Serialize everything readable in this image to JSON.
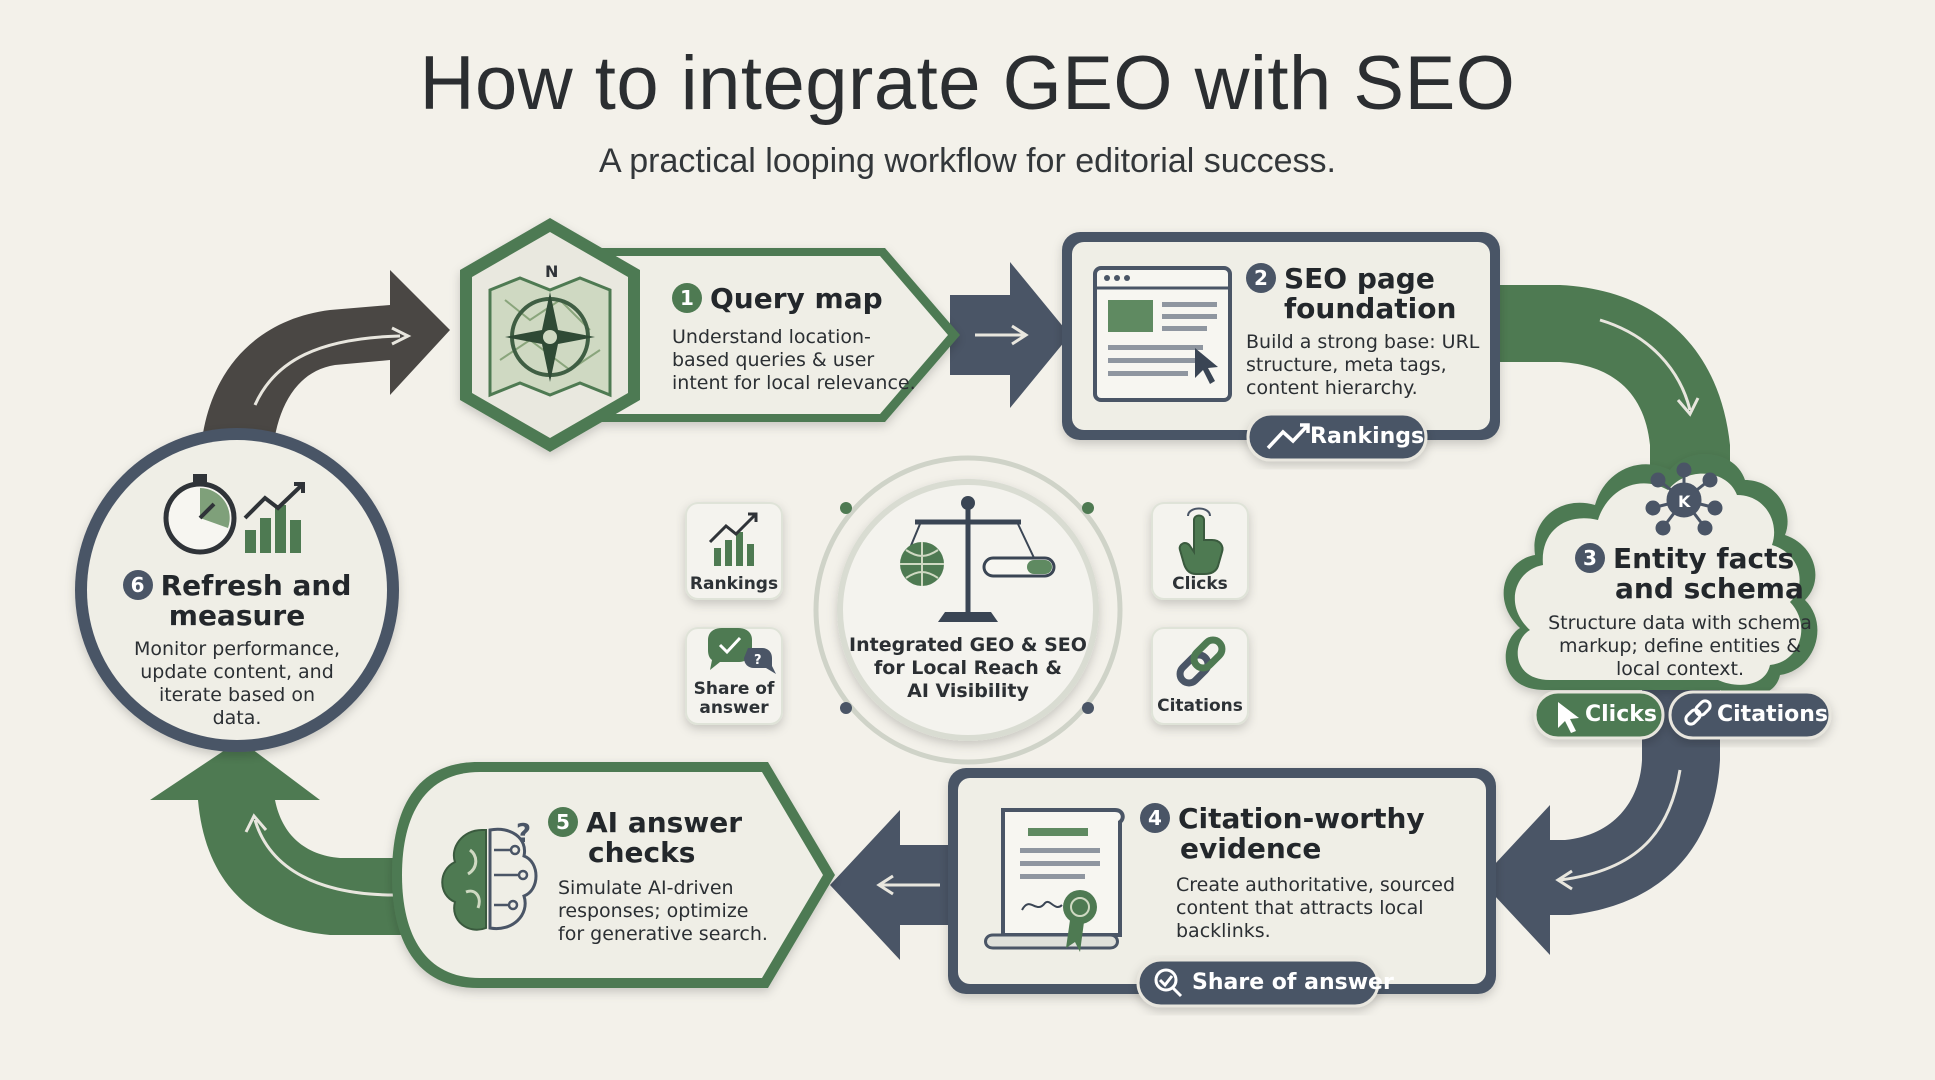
{
  "header": {
    "title": "How to integrate GEO with SEO",
    "subtitle": "A practical looping workflow for editorial success."
  },
  "steps": [
    {
      "number": "1",
      "title": "Query map",
      "description_lines": [
        "Understand location-",
        "based queries & user",
        "intent for local relevance."
      ],
      "icon": "compass-map-icon"
    },
    {
      "number": "2",
      "title_lines": [
        "SEO page",
        "foundation"
      ],
      "description_lines": [
        "Build a strong base: URL",
        "structure, meta tags,",
        "content hierarchy."
      ],
      "icon": "browser-page-icon"
    },
    {
      "number": "3",
      "title_lines": [
        "Entity facts",
        "and schema"
      ],
      "description_lines": [
        "Structure data with schema",
        "markup; define entities &",
        "local context."
      ],
      "icon": "knowledge-graph-icon"
    },
    {
      "number": "4",
      "title_lines": [
        "Citation-worthy",
        "evidence"
      ],
      "description_lines": [
        "Create authoritative, sourced",
        "content that attracts local",
        "backlinks."
      ],
      "icon": "certificate-icon"
    },
    {
      "number": "5",
      "title_lines": [
        "AI answer",
        "checks"
      ],
      "description_lines": [
        "Simulate AI-driven",
        "responses; optimize",
        "for generative search."
      ],
      "icon": "ai-brain-icon"
    },
    {
      "number": "6",
      "title_lines": [
        "Refresh and",
        "measure"
      ],
      "description_lines": [
        "Monitor performance,",
        "update content, and",
        "iterate based on",
        "data."
      ],
      "icon": "stopwatch-chart-icon"
    }
  ],
  "chips": {
    "rankings": "Rankings",
    "clicks": "Clicks",
    "citations": "Citations",
    "share_of_answer": "Share of answer"
  },
  "center": {
    "lines": [
      "Integrated GEO & SEO",
      "for Local Reach &",
      "AI Visibility"
    ],
    "icon": "balance-scale-icon",
    "metrics": [
      {
        "label_lines": [
          "Rankings"
        ],
        "icon": "trend-chart-icon"
      },
      {
        "label_lines": [
          "Share of",
          "answer"
        ],
        "icon": "chat-check-icon"
      },
      {
        "label_lines": [
          "Clicks"
        ],
        "icon": "pointer-hand-icon"
      },
      {
        "label_lines": [
          "Citations"
        ],
        "icon": "link-icon"
      }
    ]
  },
  "colors": {
    "green": "#4e7a52",
    "slate": "#4a5566",
    "dark": "#4a4744",
    "background": "#f3f1ea",
    "card": "#efeee6"
  }
}
